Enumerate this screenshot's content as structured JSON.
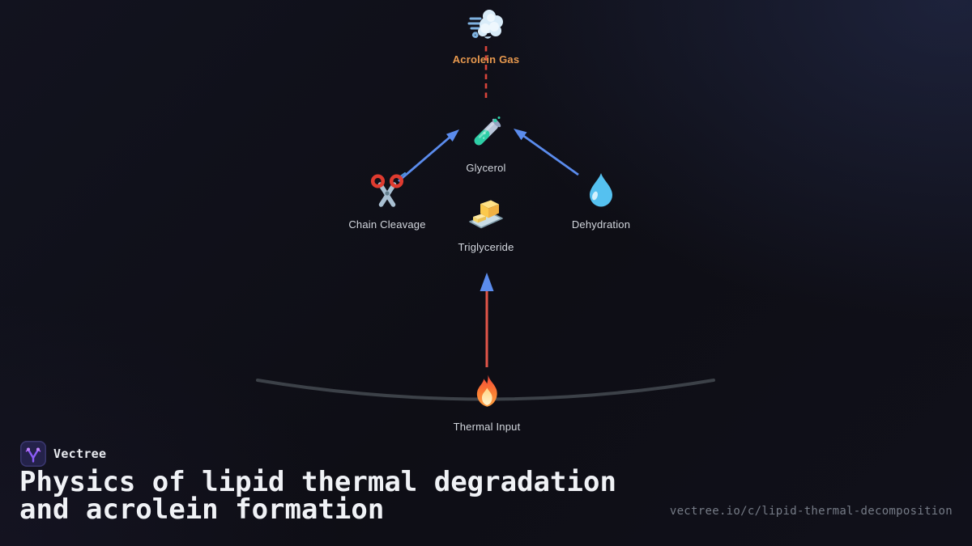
{
  "diagram": {
    "nodes": [
      {
        "id": "acrolein-gas",
        "label": "Acrolein Gas",
        "icon": "gas-cloud-icon"
      },
      {
        "id": "glycerol",
        "label": "Glycerol",
        "icon": "test-tube-icon"
      },
      {
        "id": "chain-cleavage",
        "label": "Chain Cleavage",
        "icon": "scissors-icon"
      },
      {
        "id": "dehydration",
        "label": "Dehydration",
        "icon": "droplet-icon"
      },
      {
        "id": "triglyceride",
        "label": "Triglyceride",
        "icon": "butter-icon"
      },
      {
        "id": "thermal-input",
        "label": "Thermal Input",
        "icon": "fire-icon"
      }
    ],
    "connectors": {
      "dashed_gas_line_color": "#d8443b",
      "blue_arrow_color": "#5b8ced",
      "red_arrow_color": "#e25549",
      "pan_curve_color": "#3c4148"
    },
    "colors": {
      "accent_orange": "#e8994e",
      "label_gray": "#d3d7de",
      "background": "#0e0e15",
      "brand_purple": "#8b5cf6"
    }
  },
  "footer": {
    "brand": "Vectree",
    "title": {
      "line1": "Physics of lipid thermal degradation",
      "line2": "and acrolein formation"
    },
    "url": "vectree.io/c/lipid-thermal-decomposition"
  }
}
